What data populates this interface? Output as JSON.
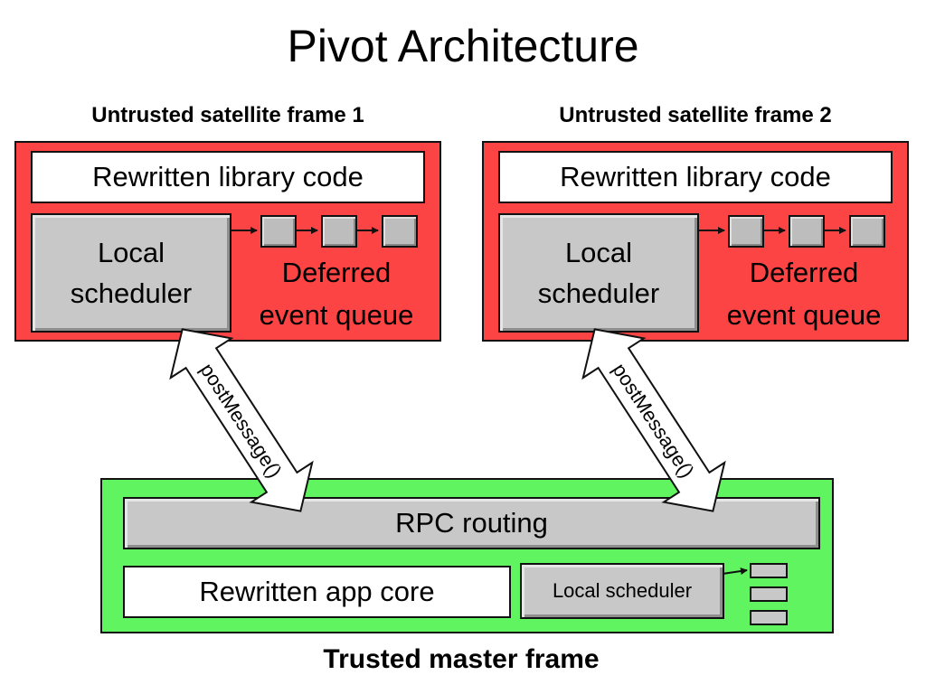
{
  "title": "Pivot Architecture",
  "satellite_frames": [
    {
      "label": "Untrusted satellite frame 1",
      "library_code": "Rewritten library code",
      "scheduler_line1": "Local",
      "scheduler_line2": "scheduler",
      "queue_line1": "Deferred",
      "queue_line2": "event queue"
    },
    {
      "label": "Untrusted satellite frame 2",
      "library_code": "Rewritten library code",
      "scheduler_line1": "Local",
      "scheduler_line2": "scheduler",
      "queue_line1": "Deferred",
      "queue_line2": "event queue"
    }
  ],
  "arrows": {
    "label": "postMessage()"
  },
  "master_frame": {
    "label": "Trusted master frame",
    "rpc_routing": "RPC routing",
    "app_core": "Rewritten app core",
    "local_scheduler": "Local scheduler"
  },
  "colors": {
    "untrusted_fill": "#fc4444",
    "trusted_fill": "#61f461",
    "component_gray": "#c8c8c8"
  }
}
